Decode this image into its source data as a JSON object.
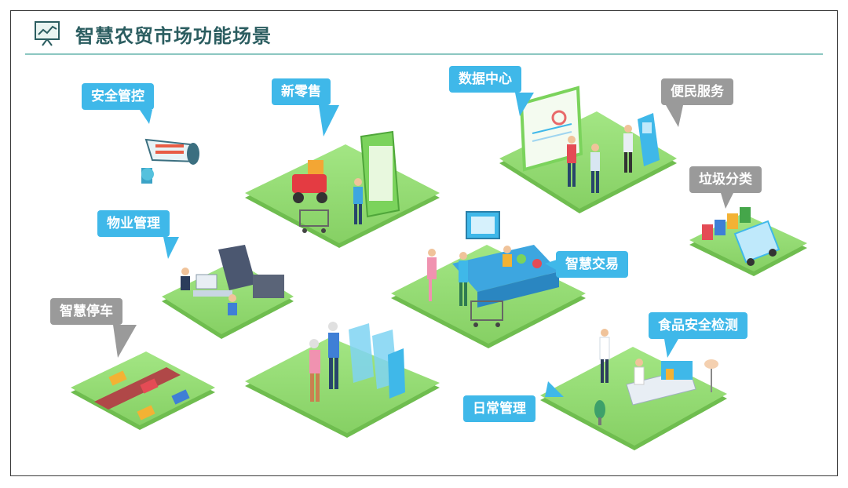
{
  "header": {
    "title": "智慧农贸市场功能场景",
    "icon": "presentation-board-icon"
  },
  "colors": {
    "accent_blue": "#3fb8e9",
    "label_gray": "#9a9a9a",
    "platform_green": "#8fda6f",
    "title_teal": "#2b5d60"
  },
  "labels": {
    "security": "安全管控",
    "new_retail": "新零售",
    "data_center": "数据中心",
    "convenience": "便民服务",
    "property": "物业管理",
    "waste": "垃圾分类",
    "smart_trade": "智慧交易",
    "parking": "智慧停车",
    "food_safety": "食品安全检测",
    "daily": "日常管理"
  }
}
